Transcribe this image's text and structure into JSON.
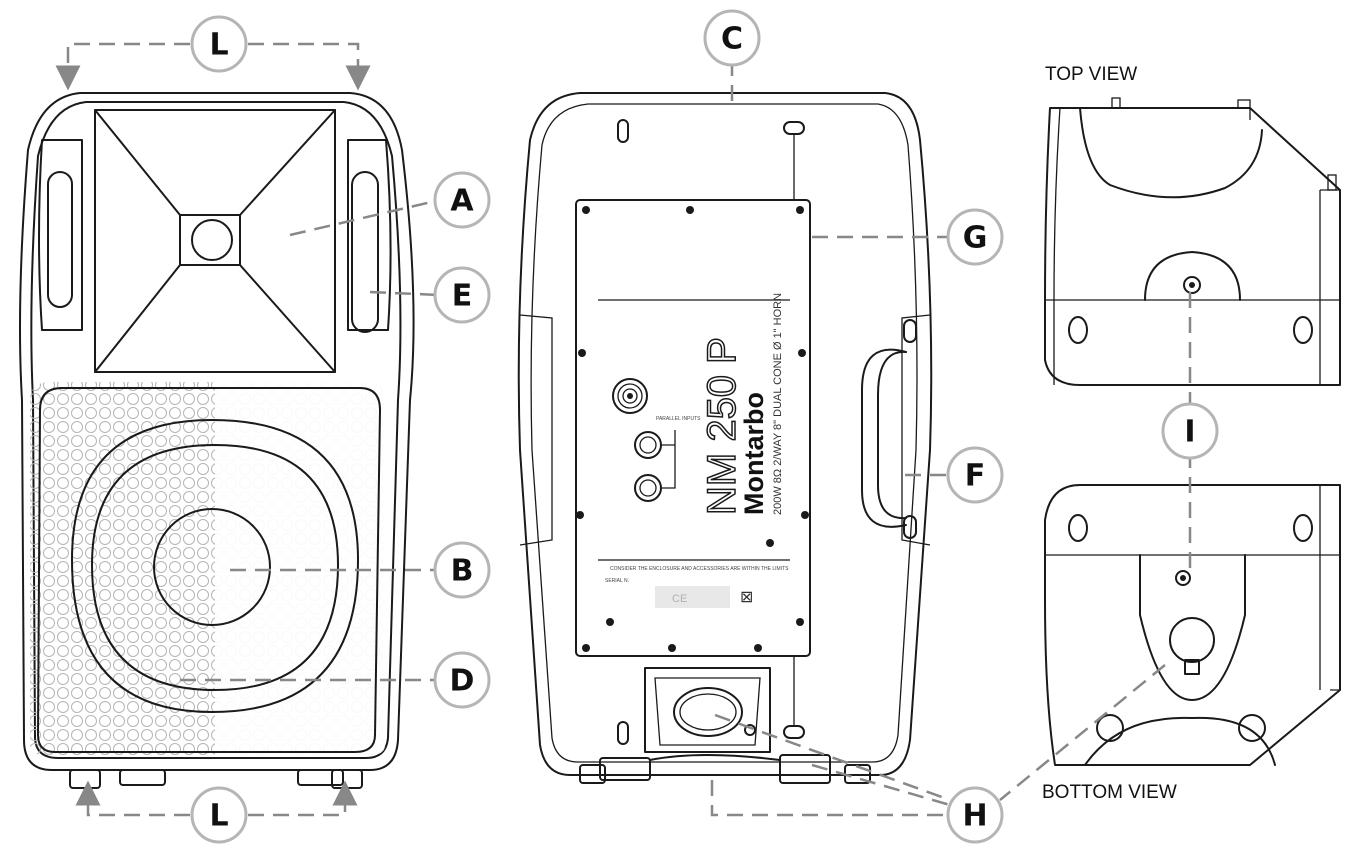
{
  "callouts": {
    "A": "A",
    "B": "B",
    "C": "C",
    "D": "D",
    "E": "E",
    "F": "F",
    "G": "G",
    "H": "H",
    "I": "I",
    "L_top": "L",
    "L_bottom": "L"
  },
  "views": {
    "top": "TOP VIEW",
    "bottom": "BOTTOM VIEW"
  },
  "rear_panel": {
    "model": "NM 250 P",
    "brand": "Montarbo",
    "spec_line": "200W 8Ω   2/WAY 8\" DUAL CONE  Ø 1\" HORN",
    "inputs_label": "PARALLEL INPUTS",
    "disclaimer": "CONSIDER THE ENCLOSURE AND ACCESSORIES ARE WITHIN THE LIMITS",
    "serial_label": "SERIAL N.",
    "ce_mark": "CE",
    "weee_symbol": "⊠"
  },
  "colors": {
    "outline": "#1a1a1a",
    "callout_ring": "#b5b5b5",
    "leader_dash": "#888888",
    "grille_dot": "#b8b8b8"
  }
}
